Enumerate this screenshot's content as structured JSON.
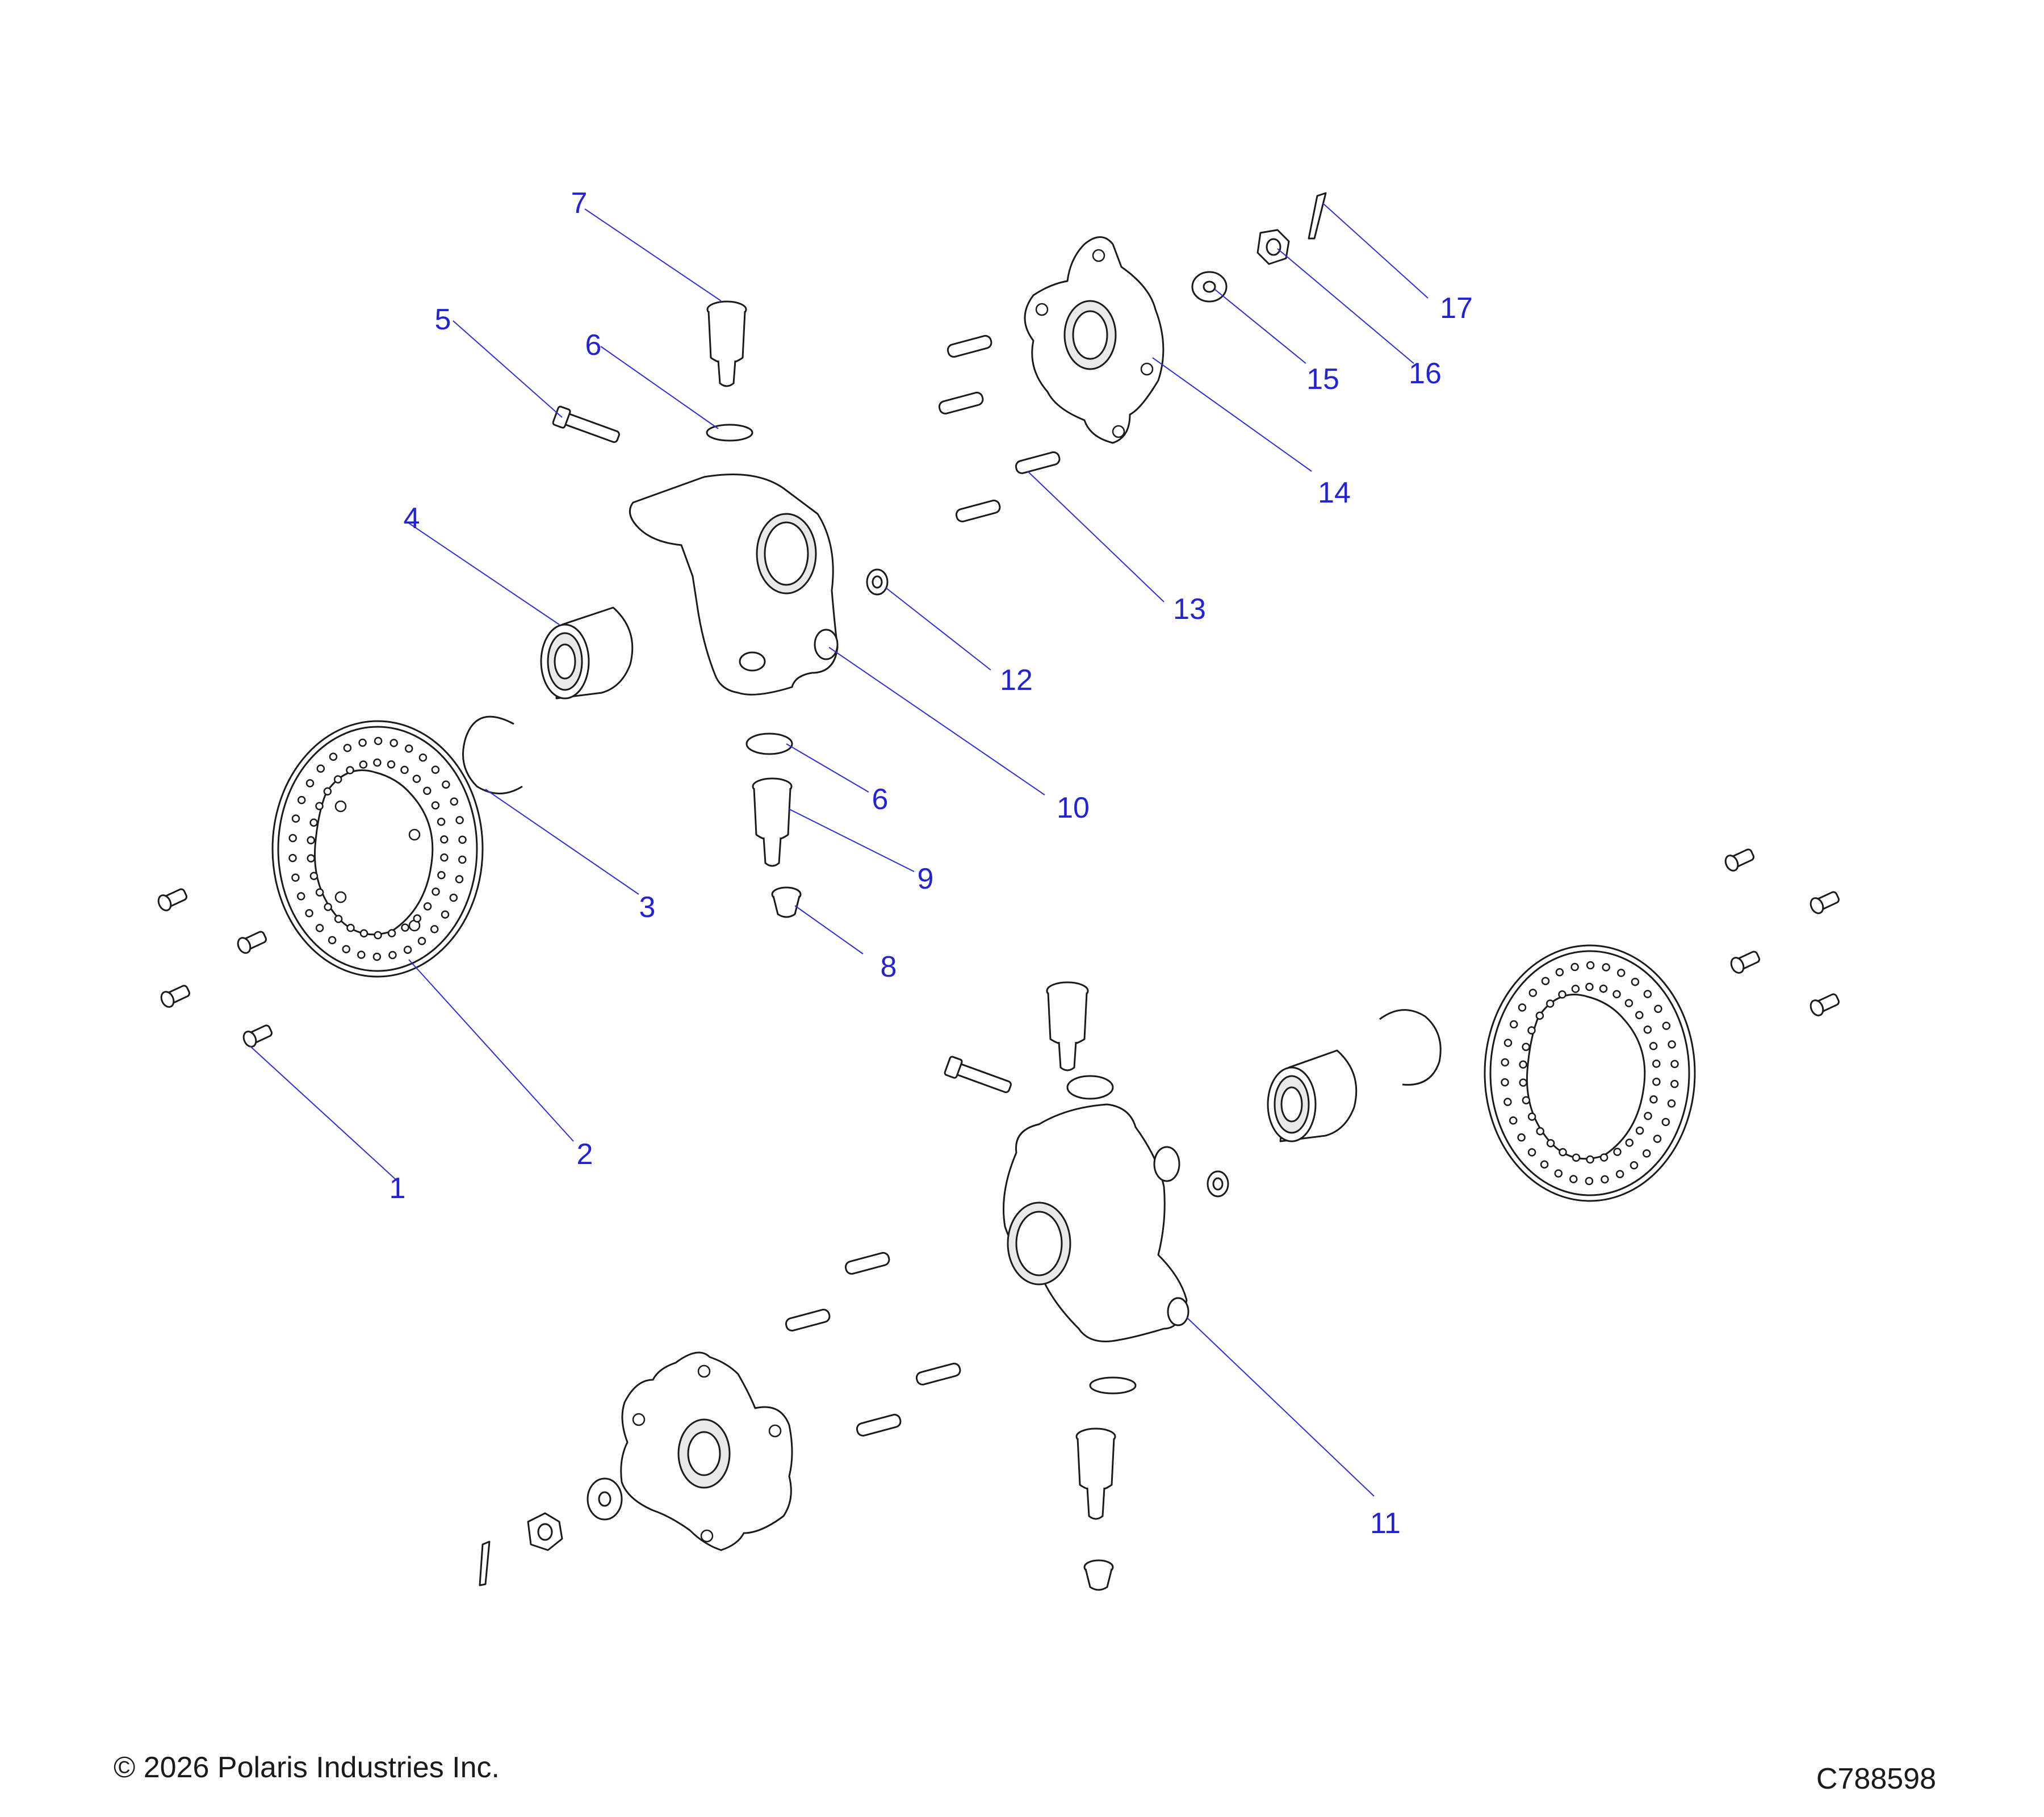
{
  "callouts": {
    "c1": "1",
    "c2": "2",
    "c3": "3",
    "c4": "4",
    "c5": "5",
    "c6a": "6",
    "c6b": "6",
    "c7": "7",
    "c8": "8",
    "c9": "9",
    "c10": "10",
    "c11": "11",
    "c12": "12",
    "c13": "13",
    "c14": "14",
    "c15": "15",
    "c16": "16",
    "c17": "17"
  },
  "footer": {
    "copyright": "© 2026 Polaris Industries Inc.",
    "figure_id": "C788598"
  },
  "colors": {
    "callout": "#2323d6",
    "leader": "#2a2fd8",
    "line_art": "#1a1a1a"
  }
}
